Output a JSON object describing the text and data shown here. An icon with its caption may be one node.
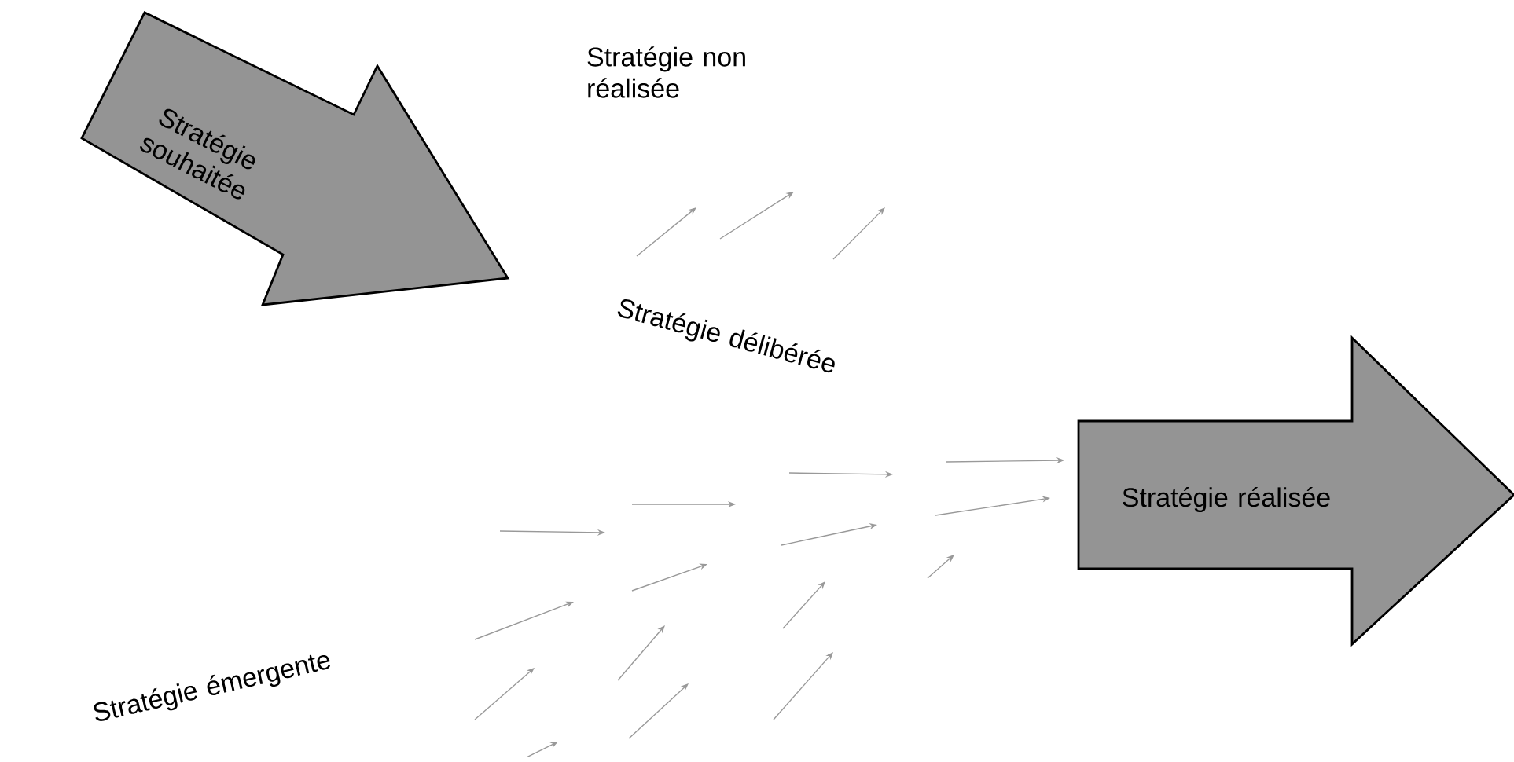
{
  "diagram": {
    "nodes": [
      {
        "text": [
          "Stratégie souhaitée"
        ]
      },
      {
        "text": [
          "Stratégie réalisée"
        ]
      }
    ],
    "labels": [
      "Stratégie non réalisée",
      "Stratégie délibérée",
      "Stratégie émergente"
    ]
  }
}
